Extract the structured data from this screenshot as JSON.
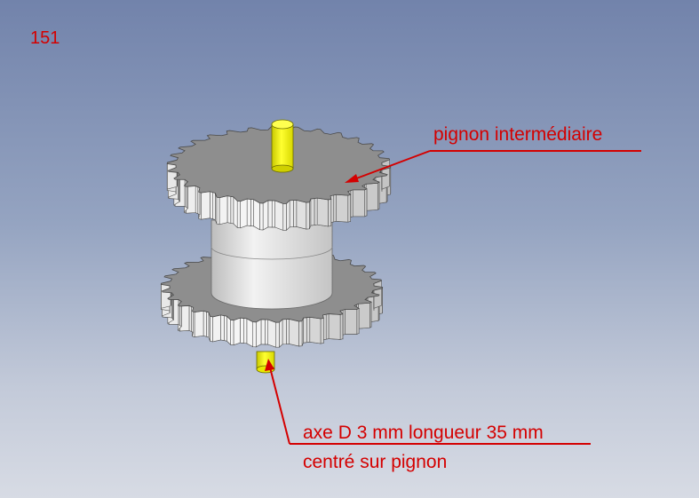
{
  "figure_number": "151",
  "labels": {
    "pinion": "pignon intermédiaire",
    "axis_line1": "axe D 3 mm longueur 35 mm",
    "axis_line2": "centré sur pignon"
  },
  "colors": {
    "annotation": "#d40000",
    "gear_face": "#8e8e8e",
    "gear_rim": "#e4e4e4",
    "hub": "#dedede",
    "axle": "#f0f000"
  },
  "gears": {
    "upper_teeth": 30,
    "lower_teeth": 30
  }
}
